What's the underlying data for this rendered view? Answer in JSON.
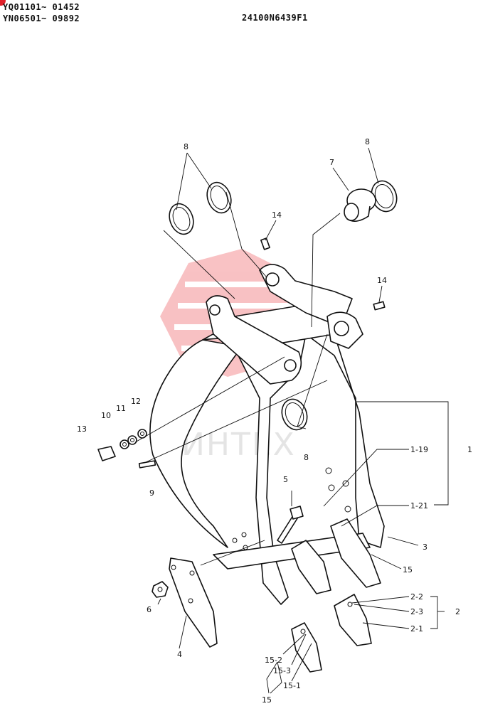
{
  "header": {
    "serial_line_1": "YQ01101~ 01452",
    "serial_line_2": "YN06501~ 09892",
    "drawing_number": "24100N6439F1"
  },
  "watermark": {
    "text": "ИНТЕХ",
    "color": "#e8232b"
  },
  "callouts": {
    "c8a": "8",
    "c8b": "8",
    "c8c": "8",
    "c7": "7",
    "c14a": "14",
    "c14b": "14",
    "c12": "12",
    "c11": "11",
    "c10": "10",
    "c13": "13",
    "c9": "9",
    "c5": "5",
    "c6": "6",
    "c4": "4",
    "c3": "3",
    "c15a": "15",
    "c1_19": "1-19",
    "c1_21": "1-21",
    "c1": "1",
    "c2_2": "2-2",
    "c2_3": "2-3",
    "c2_1": "2-1",
    "c2": "2",
    "c15_2": "15-2",
    "c15_3": "15-3",
    "c15_1": "15-1",
    "c15b": "15"
  },
  "icons": {
    "corner": "red-dot-icon",
    "watermark_logo": "hyundai-logo-icon"
  }
}
